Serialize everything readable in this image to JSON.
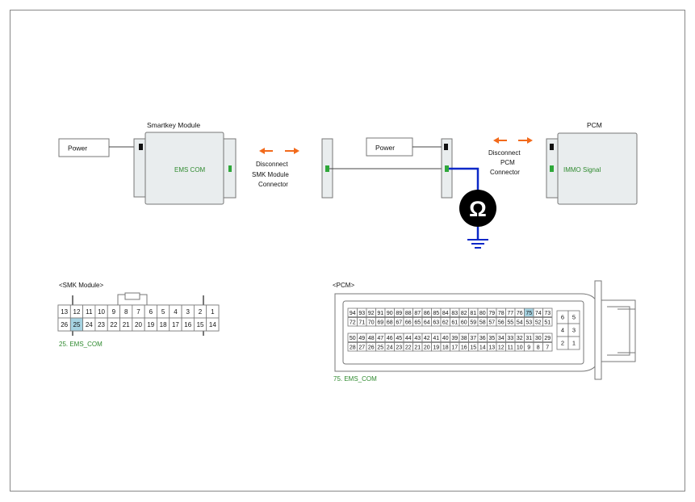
{
  "colors": {
    "frame": "#888888",
    "box_fill": "#e9edee",
    "box_stroke": "#777777",
    "green_text": "#2f8a2f",
    "green_pin": "#2fa83a",
    "blue_wire": "#0b28c8",
    "orange_arrow": "#f26a1b",
    "pin_highlight": "#a6d3e2",
    "meter": "#000000"
  },
  "top": {
    "smk_module_title": "Smartkey Module",
    "power_left": "Power",
    "ems_com": "EMS COM",
    "disconnect_smk": [
      "Disconnect",
      "SMK Module",
      "Connector"
    ],
    "power_mid": "Power",
    "disconnect_pcm": [
      "Disconnect",
      "PCM",
      "Connector"
    ],
    "pcm_title": "PCM",
    "immo_signal": "IMMO Signal",
    "ohm_symbol": "Ω",
    "icons": [
      "ohmmeter-icon",
      "ground-icon",
      "double-arrow-icon"
    ]
  },
  "smk_connector": {
    "title": "<SMK Module>",
    "row1": [
      "13",
      "12",
      "11",
      "10",
      "9",
      "8",
      "7",
      "6",
      "5",
      "4",
      "3",
      "2",
      "1"
    ],
    "row2": [
      "26",
      "25",
      "24",
      "23",
      "22",
      "21",
      "20",
      "19",
      "18",
      "17",
      "16",
      "15",
      "14"
    ],
    "highlight": "25",
    "caption": "25. EMS_COM"
  },
  "pcm_connector": {
    "title": "<PCM>",
    "row1": [
      "94",
      "93",
      "92",
      "91",
      "90",
      "89",
      "88",
      "87",
      "86",
      "85",
      "84",
      "83",
      "82",
      "81",
      "80",
      "79",
      "78",
      "77",
      "76",
      "75",
      "74",
      "73"
    ],
    "row2": [
      "72",
      "71",
      "70",
      "69",
      "68",
      "67",
      "66",
      "65",
      "64",
      "63",
      "62",
      "61",
      "60",
      "59",
      "58",
      "57",
      "56",
      "55",
      "54",
      "53",
      "52",
      "51"
    ],
    "row3": [
      "50",
      "49",
      "48",
      "47",
      "46",
      "45",
      "44",
      "43",
      "42",
      "41",
      "40",
      "39",
      "38",
      "37",
      "36",
      "35",
      "34",
      "33",
      "32",
      "31",
      "30",
      "29"
    ],
    "row4": [
      "28",
      "27",
      "26",
      "25",
      "24",
      "23",
      "22",
      "21",
      "20",
      "19",
      "18",
      "17",
      "16",
      "15",
      "14",
      "13",
      "12",
      "11",
      "10",
      "9",
      "8",
      "7"
    ],
    "small_block": [
      [
        "6",
        "5"
      ],
      [
        "4",
        "3"
      ],
      [
        "2",
        "1"
      ]
    ],
    "highlight": "75",
    "caption": "75. EMS_COM"
  }
}
